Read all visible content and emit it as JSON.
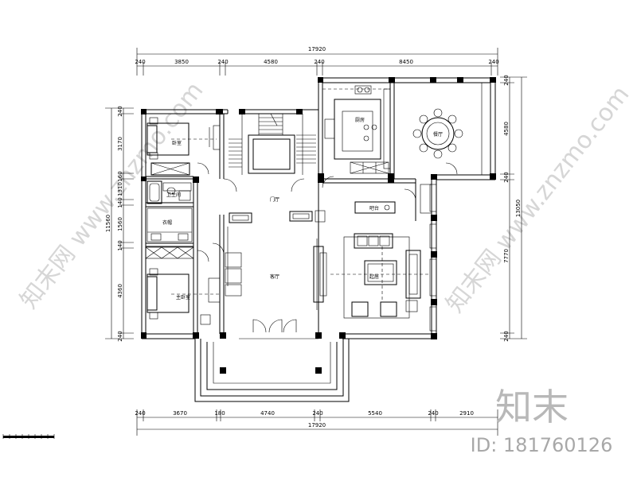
{
  "plan": {
    "dims_top": {
      "overall": "17920",
      "segments": [
        "240",
        "3850",
        "240",
        "4580",
        "240",
        "8450",
        "240"
      ]
    },
    "dims_bottom": {
      "overall": "17920",
      "segments": [
        "240",
        "3670",
        "180",
        "4740",
        "240",
        "5540",
        "240",
        "2910"
      ]
    },
    "dims_left": {
      "overall": "11560",
      "segments": [
        "240",
        "3170",
        "160",
        "1310",
        "140",
        "1560",
        "140",
        "4360",
        "240"
      ]
    },
    "dims_right": {
      "overall": "13050",
      "segments": [
        "240",
        "4580",
        "240",
        "7770",
        "240"
      ]
    },
    "rooms": {
      "bedroom_top": "卧室",
      "bathroom": "卫生间",
      "closet": "衣帽",
      "master_bedroom": "主卧室",
      "living": "客厅",
      "hall": "门厅",
      "kitchen": "厨房",
      "dining": "餐厅",
      "sitting": "起居",
      "bar": "吧台"
    },
    "scale_bar": ""
  },
  "watermark": {
    "logo_text": "知末",
    "id_label": "ID: 181760126",
    "diagonal_left": "知末网 www.znzmo.com",
    "diagonal_right": "知末网 www.znzmo.com"
  }
}
